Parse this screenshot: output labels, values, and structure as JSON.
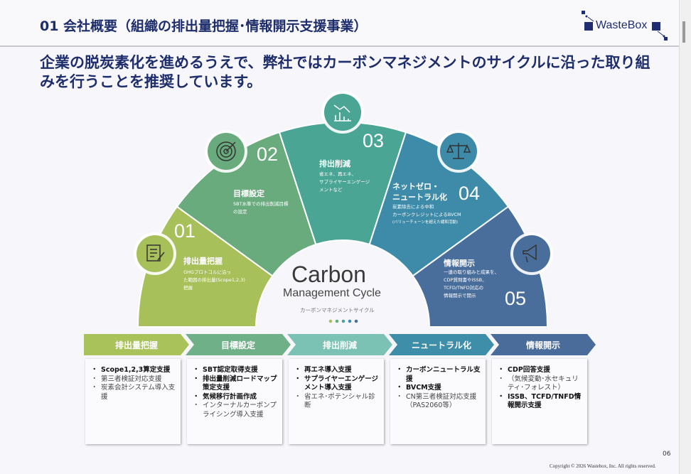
{
  "header": {
    "title": "01  会社概要（組織の排出量把握･情報開示支援事業）",
    "logo": "WasteBox"
  },
  "headline": "企業の脱炭素化を進めるうえで、弊社ではカーボンマネジメントのサイクルに沿った取り組みを行うことを推奨しています。",
  "cycle": {
    "title": "Carbon",
    "subtitle": "Management Cycle",
    "jp": "カーボンマネジメントサイクル",
    "segments": [
      {
        "num": "01",
        "title": "排出量把握",
        "desc": [
          "GHGプロトコルに沿っ",
          "た範囲の排出量(Scope1,2,3)",
          "把握"
        ],
        "color": "#a8c05a",
        "icon": "document-pen-icon"
      },
      {
        "num": "02",
        "title": "目標設定",
        "desc": [
          "SBT水準での排出削減目標",
          "の設定"
        ],
        "color": "#6aab7e",
        "icon": "target-icon"
      },
      {
        "num": "03",
        "title": "排出削減",
        "desc": [
          "省エネ、再エネ、",
          "サプライヤーエンゲージ",
          "メントなど"
        ],
        "color": "#4aa595",
        "icon": "chart-down-icon"
      },
      {
        "num": "04",
        "title": "ネットゼロ・",
        "title2": "ニュートラル化",
        "desc": [
          "炭素除去による中和",
          "カーボンクレジットによるBVCM",
          "(バリューチェーンを超えた緩和活動)"
        ],
        "color": "#3d8ba8",
        "icon": "scale-icon"
      },
      {
        "num": "05",
        "title": "情報開示",
        "desc": [
          "一連の取り組みと成果を、",
          "CDP質問書やISSB、",
          "TCFD/TNFD対応の",
          "情報開示で開示"
        ],
        "color": "#4a6e9c",
        "icon": "megaphone-icon"
      }
    ]
  },
  "services": [
    {
      "label": "排出量把握",
      "color": "#a9c25a",
      "items": [
        {
          "t": "Scope1,2,3算定支援",
          "b": true
        },
        {
          "t": "第三者検証対応支援",
          "b": false
        },
        {
          "t": "炭素会計システム導入支援",
          "b": false
        }
      ]
    },
    {
      "label": "目標設定",
      "color": "#6fb088",
      "items": [
        {
          "t": "SBT認定取得支援",
          "b": true
        },
        {
          "t": "排出量削減ロードマップ策定支援",
          "b": true
        },
        {
          "t": "気候移行計画作成",
          "b": true
        },
        {
          "t": "インターナルカーボンプライシング導入支援",
          "b": false
        }
      ]
    },
    {
      "label": "排出削減",
      "color": "#7cc2b4",
      "items": [
        {
          "t": "再エネ導入支援",
          "b": true
        },
        {
          "t": "サプライヤーエンゲージメント導入支援",
          "b": true
        },
        {
          "t": "省エネ･ポテンシャル診断",
          "b": false
        }
      ]
    },
    {
      "label": "ニュートラル化",
      "color": "#3f8ea9",
      "items": [
        {
          "t": "カーボンニュートラル支援",
          "b": true
        },
        {
          "t": "BVCM支援",
          "b": true
        },
        {
          "t": "CN第三者検証対応支援（PAS2060等）",
          "b": false
        }
      ]
    },
    {
      "label": "情報開示",
      "color": "#4a6c9b",
      "items": [
        {
          "t": "CDP回答支援",
          "b": true
        },
        {
          "t": "（気候変動･水セキュリティ･フォレスト）",
          "b": false
        },
        {
          "t": "ISSB、TCFD/TNFD情報開示支援",
          "b": true
        }
      ]
    }
  ],
  "footer": {
    "page": "06",
    "copyright": "Copyright © 2026  Wastebox, Inc. All rights reserved."
  }
}
